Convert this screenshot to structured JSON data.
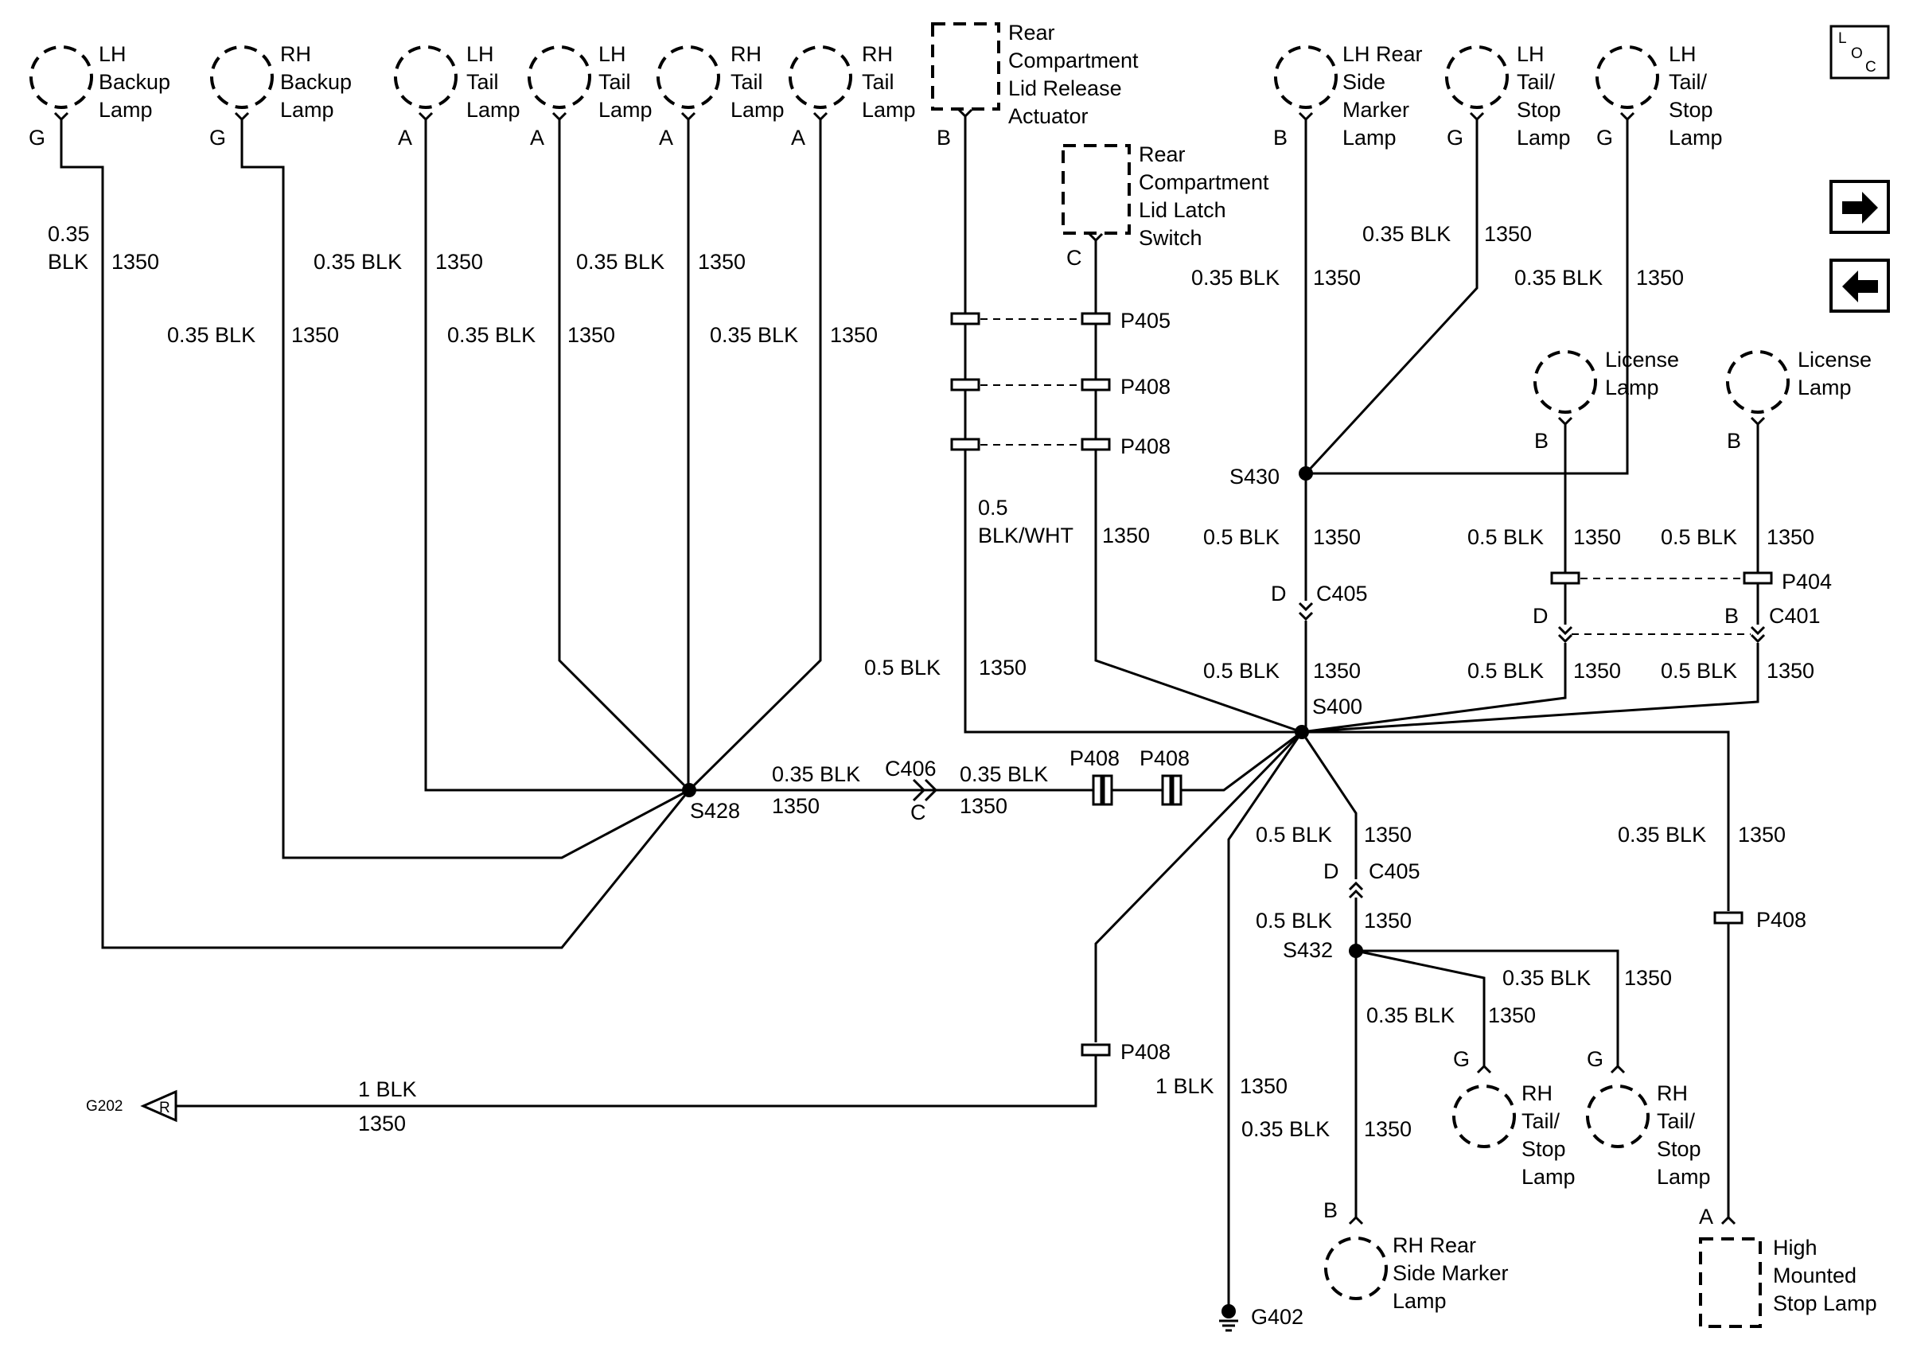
{
  "nav": {
    "loc_l": "L",
    "loc_o": "O",
    "loc_c": "C",
    "next_icon": "right-arrow-icon",
    "prev_icon": "left-arrow-icon"
  },
  "components": {
    "lh_backup": [
      "LH",
      "Backup",
      "Lamp"
    ],
    "rh_backup": [
      "RH",
      "Backup",
      "Lamp"
    ],
    "lh_tail_1": [
      "LH",
      "Tail",
      "Lamp"
    ],
    "lh_tail_2": [
      "LH",
      "Tail",
      "Lamp"
    ],
    "rh_tail_1": [
      "RH",
      "Tail",
      "Lamp"
    ],
    "rh_tail_2": [
      "RH",
      "Tail",
      "Lamp"
    ],
    "lid_release": [
      "Rear",
      "Compartment",
      "Lid Release",
      "Actuator"
    ],
    "lid_latch": [
      "Rear",
      "Compartment",
      "Lid Latch",
      "Switch"
    ],
    "lh_side_marker": [
      "LH Rear",
      "Side",
      "Marker",
      "Lamp"
    ],
    "lh_tail_stop_1": [
      "LH",
      "Tail/",
      "Stop",
      "Lamp"
    ],
    "lh_tail_stop_2": [
      "LH",
      "Tail/",
      "Stop",
      "Lamp"
    ],
    "license_1": [
      "License",
      "Lamp"
    ],
    "license_2": [
      "License",
      "Lamp"
    ],
    "rh_tail_stop_1": [
      "RH",
      "Tail/",
      "Stop",
      "Lamp"
    ],
    "rh_tail_stop_2": [
      "RH",
      "Tail/",
      "Stop",
      "Lamp"
    ],
    "rh_side_marker": [
      "RH Rear",
      "Side Marker",
      "Lamp"
    ],
    "chmsl": [
      "High",
      "Mounted",
      "Stop Lamp"
    ]
  },
  "pins": {
    "g": "G",
    "a": "A",
    "b": "B",
    "c": "C",
    "d": "D"
  },
  "wire": {
    "gauge_035": "0.35",
    "blk": "BLK",
    "gauge_035_blk": "0.35 BLK",
    "gauge_05_blk": "0.5 BLK",
    "gauge_1_blk": "1 BLK",
    "gauge_05": "0.5",
    "blk_wht": "BLK/WHT",
    "circuit": "1350"
  },
  "connectors": {
    "p405": "P405",
    "p408": "P408",
    "p404": "P404",
    "c405": "C405",
    "c406": "C406",
    "c401": "C401"
  },
  "splices": {
    "s428": "S428",
    "s430": "S430",
    "s400": "S400",
    "s432": "S432"
  },
  "grounds": {
    "g202": "G202",
    "g202_ref": "R",
    "g402": "G402"
  }
}
